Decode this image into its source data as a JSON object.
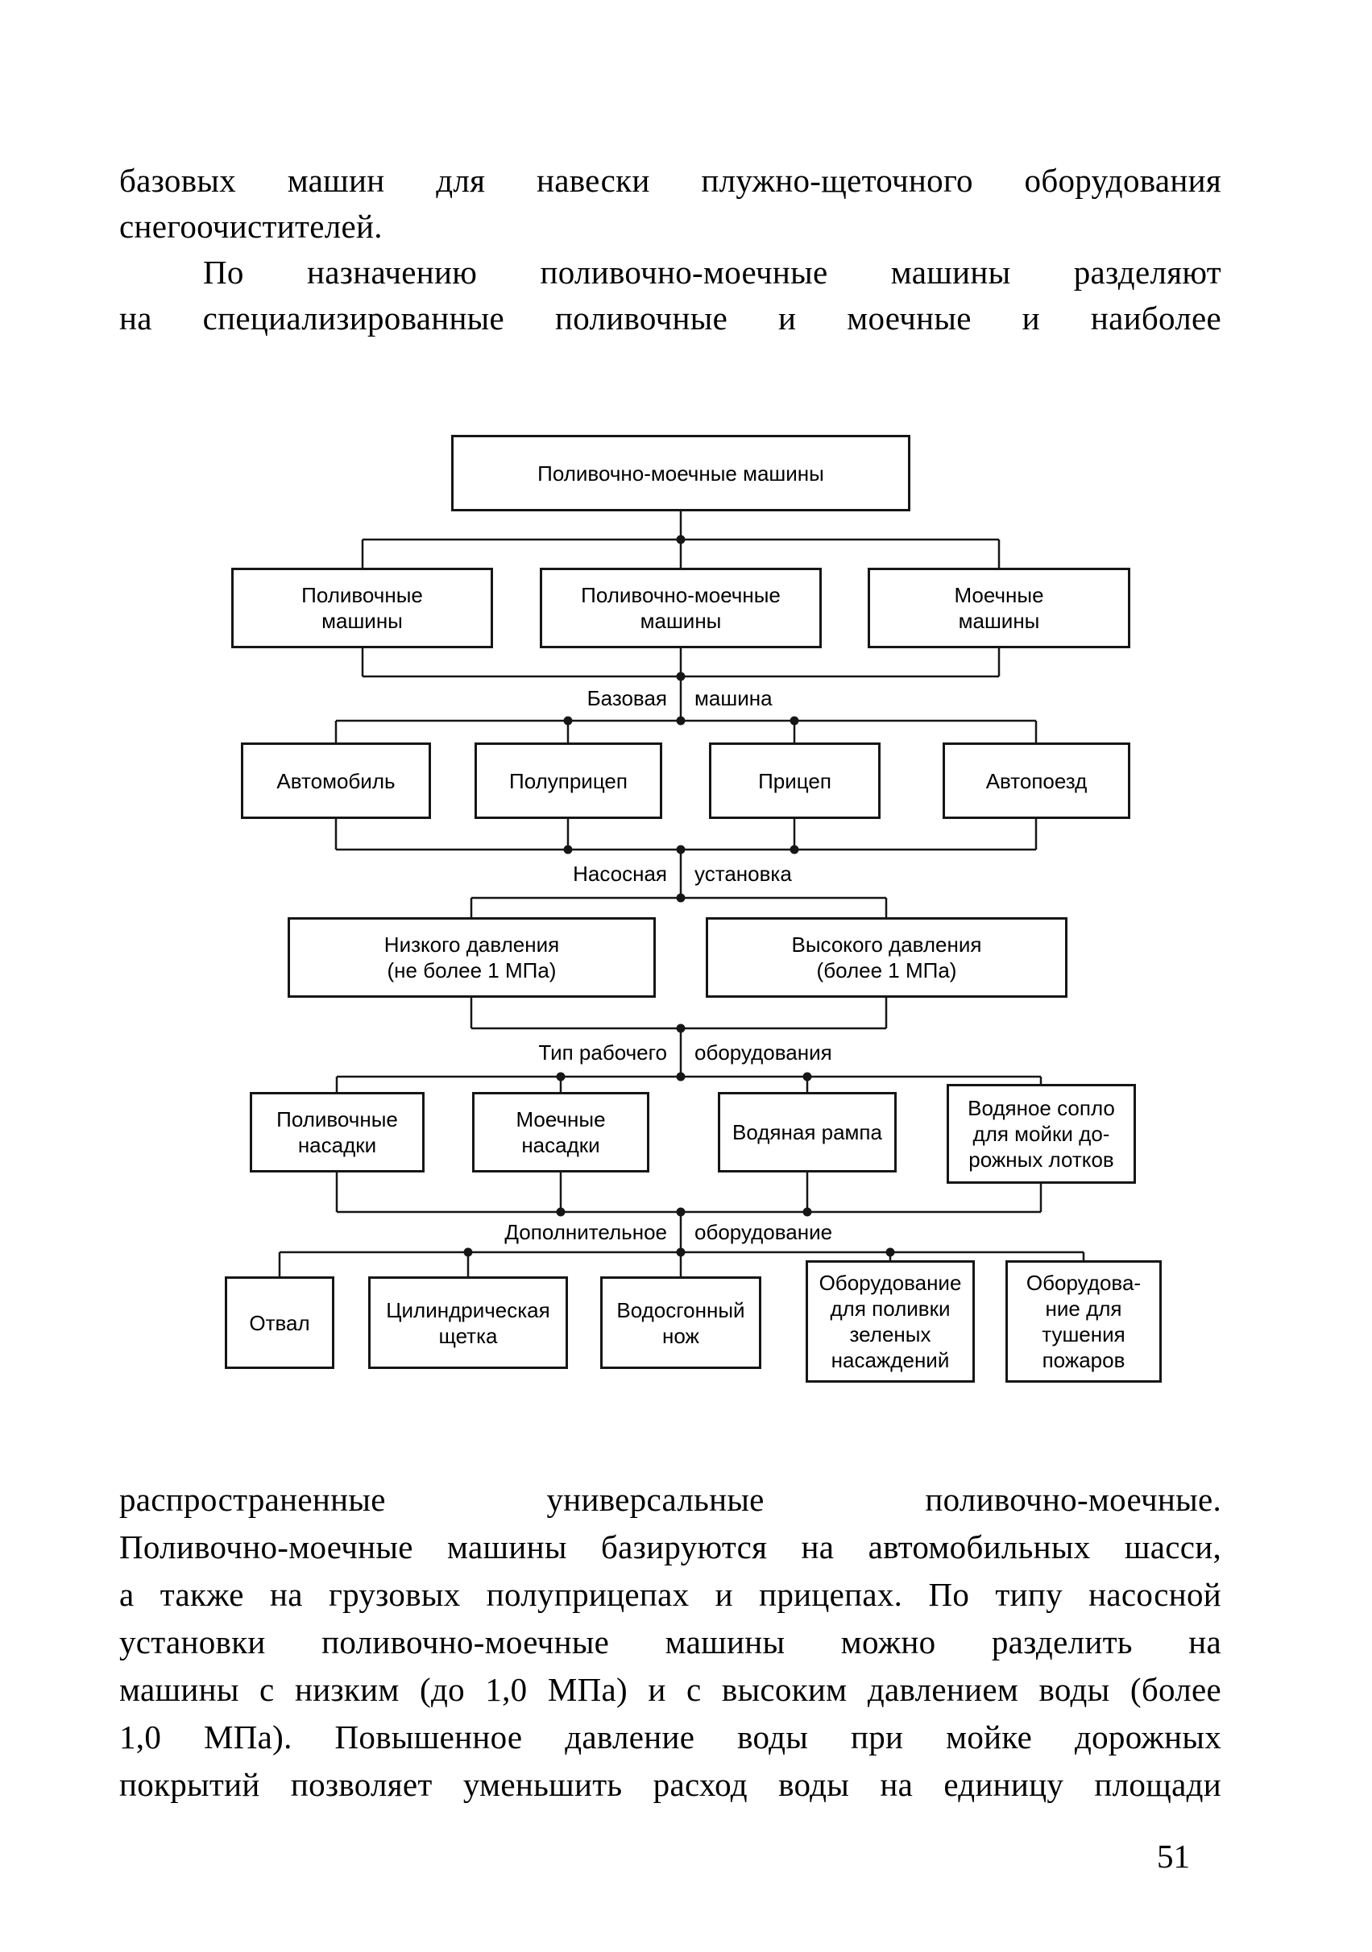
{
  "text": {
    "top_lines": [
      "базовых машин для навески плужно-щеточного оборудования",
      "снегоочистителей.",
      "По назначению поливочно-моечные машины разделяют",
      "на специализированные поливочные и моечные и наиболее"
    ],
    "bottom_lines": [
      "распространенные универсальные поливочно-моечные.",
      "Поливочно-моечные машины базируются на автомобильных шасси,",
      "а также на грузовых полуприцепах и прицепах. По типу насосной",
      "установки поливочно-моечные машины можно разделить на",
      "машины с низким (до 1,0 МПа) и с высоким давлением воды (более",
      "1,0 МПа). Повышенное давление воды при мойке дорожных",
      "покрытий позволяет уменьшить расход воды на единицу площади"
    ],
    "page_number": "51"
  },
  "diagram": {
    "root": "Поливочно-моечные машины",
    "connector_labels": [
      {
        "left": "Базовая",
        "right": "машина"
      },
      {
        "left": "Насосная",
        "right": "установка"
      },
      {
        "left": "Тип рабочего",
        "right": "оборудования"
      },
      {
        "left": "Дополнительное",
        "right": "оборудование"
      }
    ],
    "purpose_boxes": [
      "Поливочные\nмашины",
      "Поливочно-моечные\nмашины",
      "Моечные\nмашины"
    ],
    "base_boxes": [
      "Автомобиль",
      "Полуприцеп",
      "Прицеп",
      "Автопоезд"
    ],
    "pump_boxes": [
      "Низкого давления\n(не более 1 МПа)",
      "Высокого давления\n(более 1 МПа)"
    ],
    "work_equipment_boxes": [
      "Поливочные\nнасадки",
      "Моечные\nнасадки",
      "Водяная рампа",
      "Водяное сопло\nдля мойки до-\nрожных лотков"
    ],
    "additional_equipment_boxes": [
      "Отвал",
      "Цилиндрическая\nщетка",
      "Водосгонный\nнож",
      "Оборудование\nдля поливки\nзеленых\nнасаждений",
      "Оборудова-\nние для\nтушения\nпожаров"
    ]
  }
}
